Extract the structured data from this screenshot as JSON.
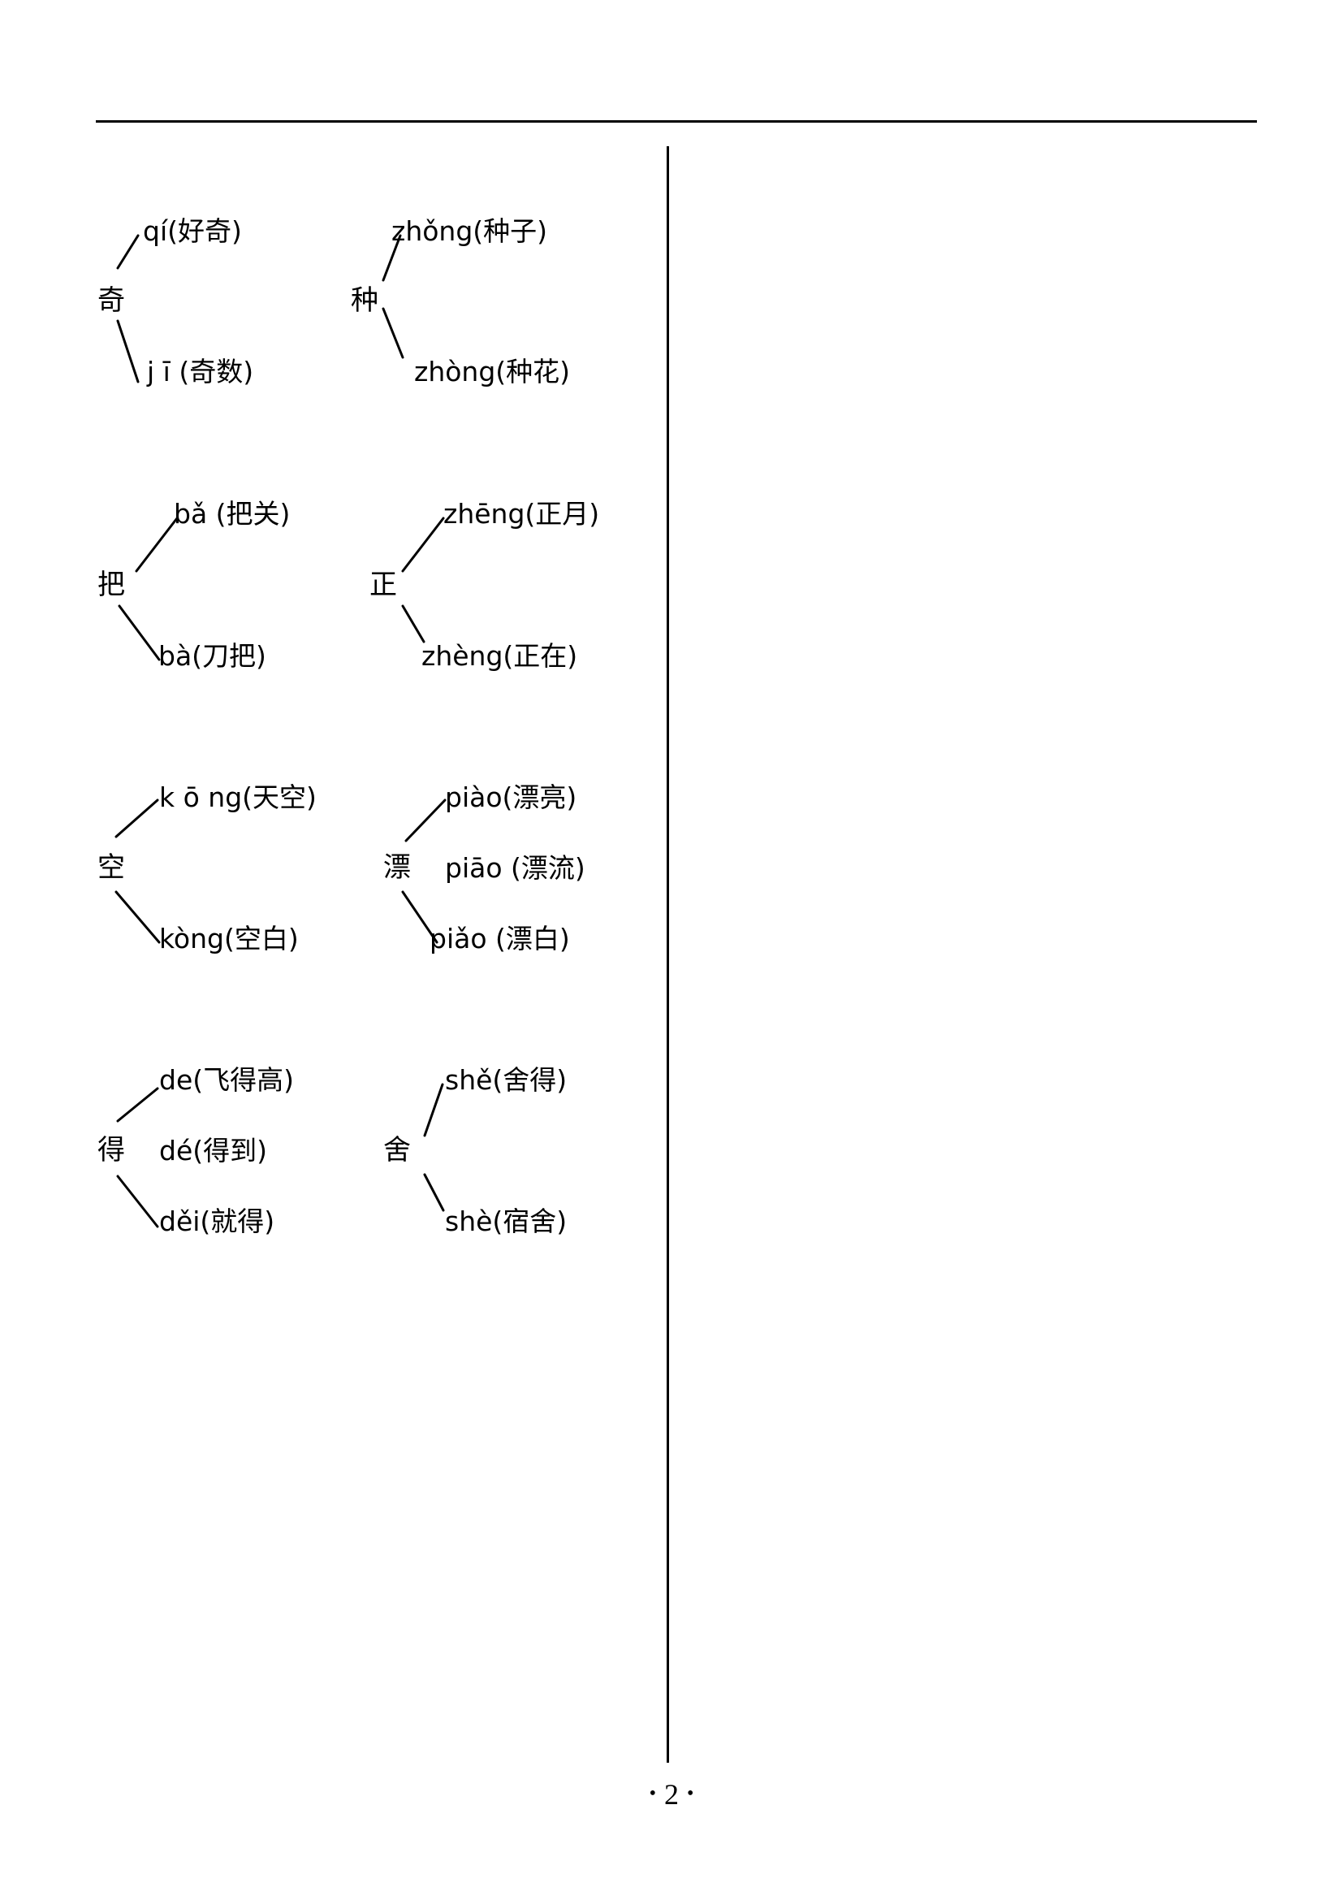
{
  "page_number": "2",
  "entries": [
    {
      "char": "奇",
      "readings": [
        {
          "pinyin": "qí",
          "word": "(好奇)"
        },
        {
          "pinyin": "j ī",
          "word": " (奇数)"
        }
      ]
    },
    {
      "char": "种",
      "readings": [
        {
          "pinyin": "zhǒng",
          "word": "(种子)"
        },
        {
          "pinyin": "zhòng",
          "word": "(种花)"
        }
      ]
    },
    {
      "char": "把",
      "readings": [
        {
          "pinyin": "bǎ",
          "word": " (把关)"
        },
        {
          "pinyin": "bà",
          "word": "(刀把)"
        }
      ]
    },
    {
      "char": "正",
      "readings": [
        {
          "pinyin": "zhēng",
          "word": "(正月)"
        },
        {
          "pinyin": "zhèng",
          "word": "(正在)"
        }
      ]
    },
    {
      "char": "空",
      "readings": [
        {
          "pinyin": "k ō ng",
          "word": "(天空)"
        },
        {
          "pinyin": "kòng",
          "word": "(空白)"
        }
      ]
    },
    {
      "char": "漂",
      "readings": [
        {
          "pinyin": "piào",
          "word": "(漂亮)"
        },
        {
          "pinyin": "piāo",
          "word": " (漂流)"
        },
        {
          "pinyin": "piǎo",
          "word": " (漂白)"
        }
      ]
    },
    {
      "char": "得",
      "readings": [
        {
          "pinyin": "de",
          "word": "(飞得高)"
        },
        {
          "pinyin": "dé",
          "word": "(得到)"
        },
        {
          "pinyin": "děi",
          "word": "(就得)"
        }
      ]
    },
    {
      "char": "舍",
      "readings": [
        {
          "pinyin": "shě",
          "word": "(舍得)"
        },
        {
          "pinyin": "shè",
          "word": "(宿舍)"
        }
      ]
    }
  ]
}
